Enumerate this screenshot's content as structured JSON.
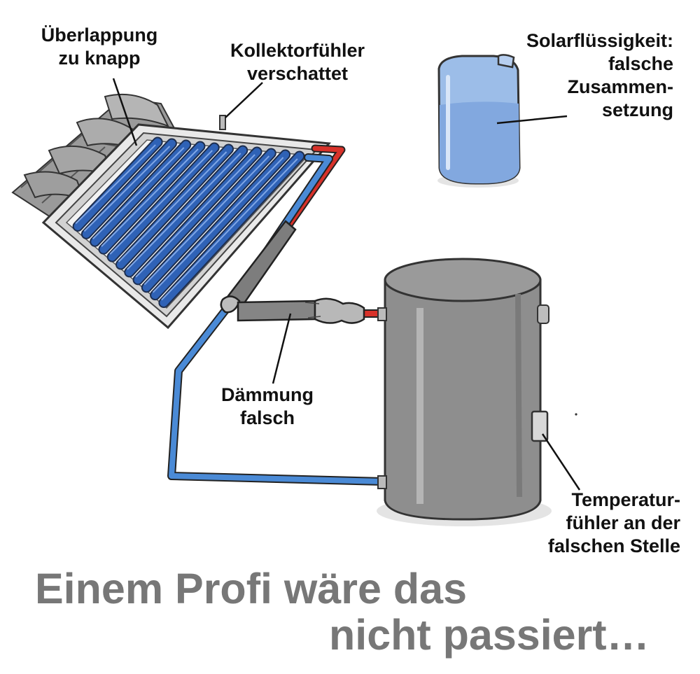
{
  "labels": {
    "overlap": [
      "Überlappung",
      "zu knapp"
    ],
    "collector_sensor": [
      "Kollektorfühler",
      "verschattet"
    ],
    "solar_fluid": [
      "Solarflüssigkeit:",
      "falsche",
      "Zusammen-",
      "setzung"
    ],
    "insulation": [
      "Dämmung",
      "falsch"
    ],
    "temp_sensor": [
      "Temperatur-",
      "fühler an der",
      "falschen Stelle"
    ]
  },
  "headline": {
    "line1": "Einem Profi wäre das",
    "line2": "nicht passiert…"
  },
  "colors": {
    "pipe_blue": "#4a8ad6",
    "pipe_red": "#d8322a",
    "tube_blue": "#2f62b6",
    "tank_gray": "#8e8e8e",
    "canister_blue": "#8eb3e3",
    "headline_gray": "#777777"
  }
}
